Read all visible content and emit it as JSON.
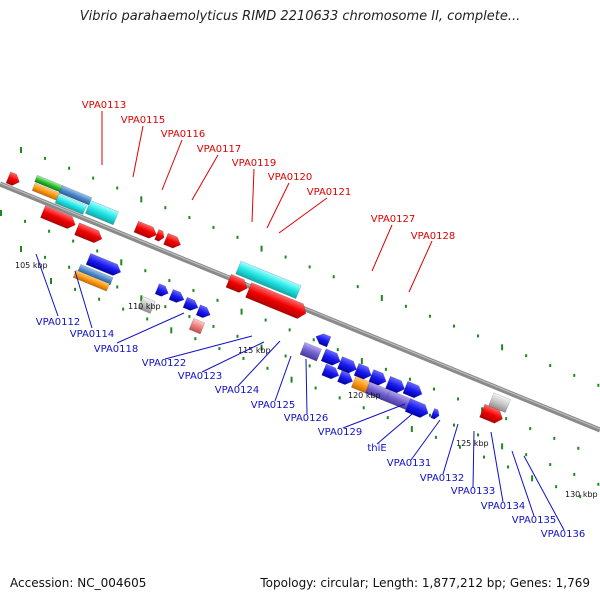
{
  "title": "Vibrio parahaemolyticus RIMD 2210633 chromosome II, complete...",
  "footer": {
    "accession": "Accession: NC_004605",
    "topology": "Topology: circular; Length: 1,877,212 bp; Genes: 1,769"
  },
  "colors": {
    "backbone": "#888888",
    "label_top": "#e00000",
    "label_bottom": "#1010c8",
    "tick": "#1c8a1c"
  },
  "scale_ticks": [
    "105 kbp",
    "110 kbp",
    "115 kbp",
    "120 kbp",
    "125 kbp",
    "130 kbp"
  ],
  "labels_top": [
    "VPA0113",
    "VPA0115",
    "VPA0116",
    "VPA0117",
    "VPA0119",
    "VPA0120",
    "VPA0121",
    "VPA0127",
    "VPA0128"
  ],
  "labels_bottom": [
    "VPA0112",
    "VPA0114",
    "VPA0118",
    "VPA0122",
    "VPA0123",
    "VPA0124",
    "VPA0125",
    "VPA0126",
    "VPA0129",
    "thiE",
    "VPA0131",
    "VPA0132",
    "VPA0133",
    "VPA0134",
    "VPA0135",
    "VPA0136"
  ]
}
